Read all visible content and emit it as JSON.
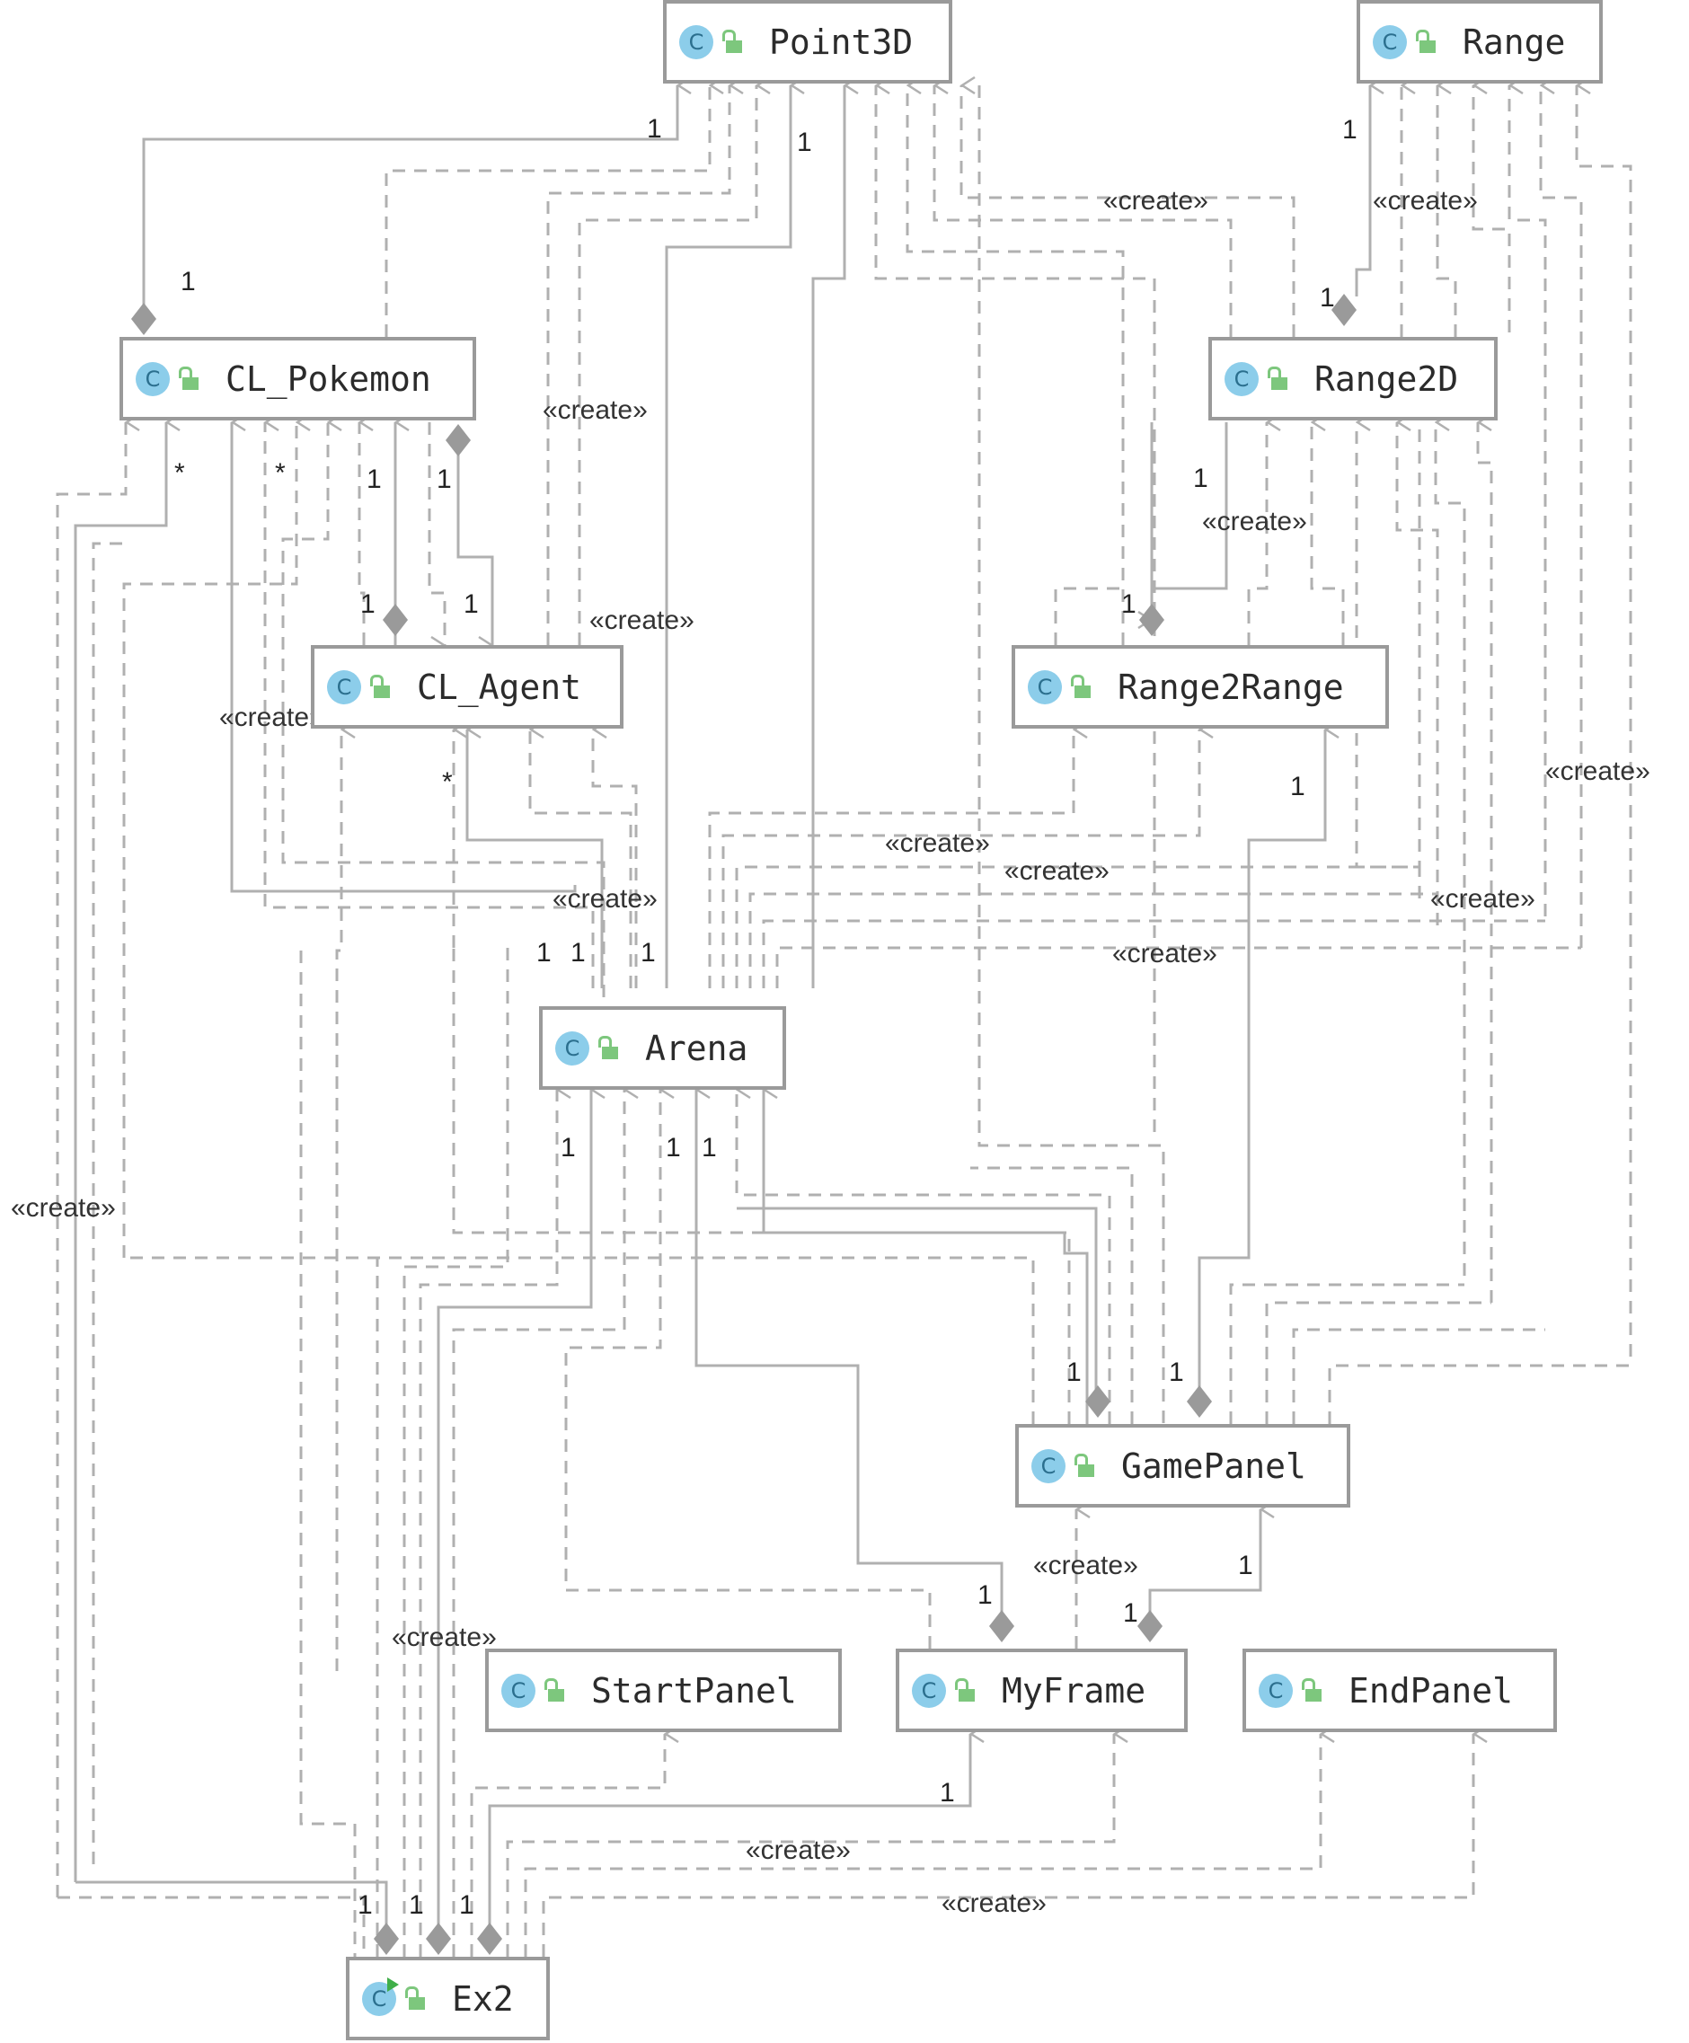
{
  "classes": [
    {
      "id": "point3d",
      "name": "Point3D",
      "kind": "class"
    },
    {
      "id": "range",
      "name": "Range",
      "kind": "class"
    },
    {
      "id": "cl_pokemon",
      "name": "CL_Pokemon",
      "kind": "class"
    },
    {
      "id": "range2d",
      "name": "Range2D",
      "kind": "class"
    },
    {
      "id": "cl_agent",
      "name": "CL_Agent",
      "kind": "class"
    },
    {
      "id": "range2range",
      "name": "Range2Range",
      "kind": "class"
    },
    {
      "id": "arena",
      "name": "Arena",
      "kind": "class"
    },
    {
      "id": "gamepanel",
      "name": "GamePanel",
      "kind": "class"
    },
    {
      "id": "startpanel",
      "name": "StartPanel",
      "kind": "class"
    },
    {
      "id": "myframe",
      "name": "MyFrame",
      "kind": "class"
    },
    {
      "id": "endpanel",
      "name": "EndPanel",
      "kind": "class"
    },
    {
      "id": "ex2",
      "name": "Ex2",
      "kind": "main"
    }
  ],
  "icons": {
    "class_icon": "class-c-icon",
    "visibility_icon": "public-lock-icon",
    "main_icon": "runnable-class-icon",
    "class_icon_letter": "C"
  },
  "colors": {
    "box_border": "#9a9a9a",
    "edge": "#b0b0b0",
    "class_icon": "#8ccdea",
    "lock": "#7dc77d"
  },
  "relations": [
    {
      "from": "CL_Pokemon",
      "to": "Point3D",
      "type": "composition",
      "source_mult": "1",
      "target_mult": "1"
    },
    {
      "from": "Range2D",
      "to": "Range",
      "type": "composition",
      "source_mult": "1",
      "target_mult": "1"
    },
    {
      "from": "Range2D",
      "to": "Point3D",
      "type": "dependency",
      "label": "«create»"
    },
    {
      "from": "Range2D",
      "to": "Range",
      "type": "dependency",
      "label": "«create»"
    },
    {
      "from": "CL_Agent",
      "to": "CL_Pokemon",
      "type": "composition",
      "source_mult": "1",
      "target_mult": "1"
    },
    {
      "from": "CL_Agent",
      "to": "Point3D",
      "type": "dependency",
      "label": "«create»"
    },
    {
      "from": "Range2Range",
      "to": "Range2D",
      "type": "composition",
      "source_mult": "1",
      "target_mult": "1"
    },
    {
      "from": "Range2Range",
      "to": "Range2D",
      "type": "dependency",
      "label": "«create»"
    },
    {
      "from": "Arena",
      "to": "CL_Agent",
      "type": "composition",
      "source_mult": "1",
      "target_mult": "*"
    },
    {
      "from": "Arena",
      "to": "CL_Pokemon",
      "type": "composition",
      "source_mult": "1",
      "target_mult": "*"
    },
    {
      "from": "Arena",
      "to": "Point3D",
      "type": "composition",
      "source_mult": "1",
      "target_mult": "1"
    },
    {
      "from": "Arena",
      "to": "Point3D",
      "type": "dependency",
      "label": "«create»"
    },
    {
      "from": "Arena",
      "to": "CL_Agent",
      "type": "dependency",
      "label": "«create»"
    },
    {
      "from": "Arena",
      "to": "Range2Range",
      "type": "dependency",
      "label": "«create»"
    },
    {
      "from": "Arena",
      "to": "Range2D",
      "type": "dependency",
      "label": "«create»"
    },
    {
      "from": "Arena",
      "to": "Range",
      "type": "dependency",
      "label": "«create»"
    },
    {
      "from": "GamePanel",
      "to": "Arena",
      "type": "composition",
      "source_mult": "1",
      "target_mult": "1"
    },
    {
      "from": "GamePanel",
      "to": "Range2Range",
      "type": "composition",
      "source_mult": "1",
      "target_mult": "1"
    },
    {
      "from": "GamePanel",
      "to": "Range",
      "type": "dependency",
      "label": "«create»"
    },
    {
      "from": "MyFrame",
      "to": "Arena",
      "type": "composition",
      "source_mult": "1",
      "target_mult": "1"
    },
    {
      "from": "MyFrame",
      "to": "GamePanel",
      "type": "composition",
      "source_mult": "1",
      "target_mult": "1"
    },
    {
      "from": "MyFrame",
      "to": "GamePanel",
      "type": "dependency",
      "label": "«create»"
    },
    {
      "from": "Ex2",
      "to": "CL_Pokemon",
      "type": "dependency",
      "label": "«create»"
    },
    {
      "from": "Ex2",
      "to": "Arena",
      "type": "composition",
      "source_mult": "1",
      "target_mult": "1"
    },
    {
      "from": "Ex2",
      "to": "MyFrame",
      "type": "composition",
      "source_mult": "1",
      "target_mult": "1"
    },
    {
      "from": "Ex2",
      "to": "StartPanel",
      "type": "dependency",
      "label": "«create»"
    },
    {
      "from": "Ex2",
      "to": "MyFrame",
      "type": "dependency",
      "label": "«create»"
    },
    {
      "from": "Ex2",
      "to": "EndPanel",
      "type": "dependency",
      "label": "«create»"
    }
  ],
  "labels": {
    "create": "«create»",
    "one": "1",
    "many": "*"
  }
}
